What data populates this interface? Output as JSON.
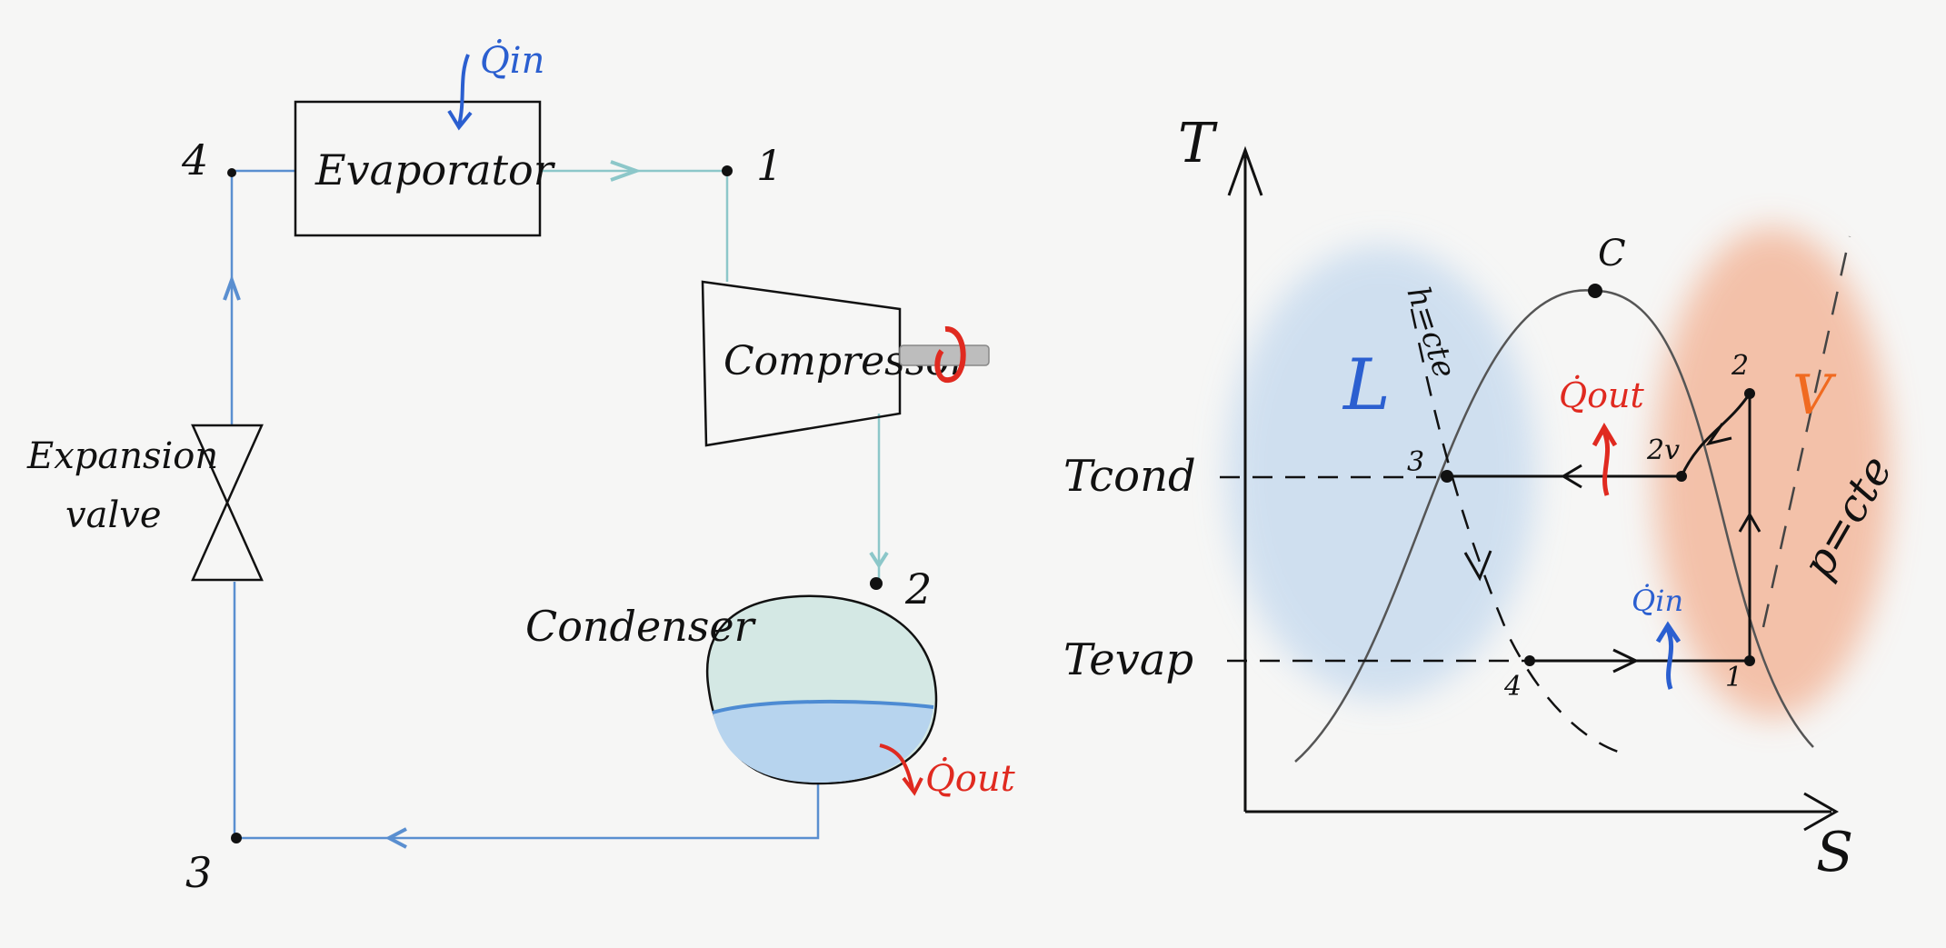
{
  "cycle_diagram": {
    "components": {
      "evaporator": "Evaporator",
      "compressor": "Compressor",
      "condenser": "Condenser",
      "expansion_valve_line1": "Expansion",
      "expansion_valve_line2": "valve"
    },
    "nodes": {
      "n1": "1",
      "n2": "2",
      "n3": "3",
      "n4": "4"
    },
    "heat": {
      "in": "Q̇in",
      "out": "Q̇out"
    }
  },
  "ts_diagram": {
    "axes": {
      "y": "T",
      "x": "S"
    },
    "levels": {
      "cond": "Tcond",
      "evap": "Tevap"
    },
    "critical_point": "C",
    "regions": {
      "liquid": "L",
      "vapor": "V"
    },
    "isenthalp": "h=cte",
    "isobar": "p=cte",
    "points": {
      "p1": "1",
      "p2": "2",
      "p2v": "2v",
      "p3": "3",
      "p4": "4"
    },
    "heat": {
      "in": "Q̇in",
      "out": "Q̇out"
    }
  },
  "colors": {
    "ink": "#111111",
    "pipe_blue": "#5a8fd0",
    "pipe_teal": "#8cc7c9",
    "heat_in": "#2b5fd0",
    "heat_out": "#e02a20",
    "liquid_wash": "#c9dcef",
    "vapor_wash": "#f3b89c",
    "condenser_top": "#d4e8e4",
    "condenser_liquid": "#b7d4ee"
  }
}
